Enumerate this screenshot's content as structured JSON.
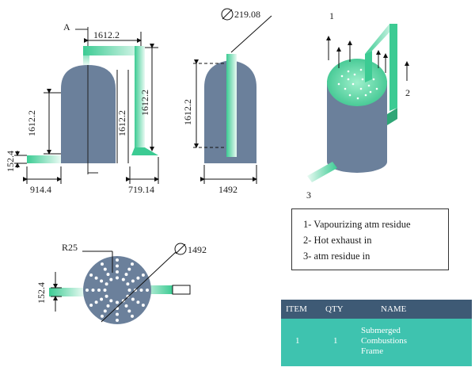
{
  "colors": {
    "vessel": "#6b809b",
    "pipe_green": "#3ccb93",
    "pipe_light": "#e9faf3",
    "table_header": "#3e5a75",
    "table_body": "#3ec3af"
  },
  "view_front": {
    "section_mark": "A",
    "dim_top": "1612.2",
    "dim_left": "1612.2",
    "dim_inner": "1612.2",
    "dim_right": "1612.2",
    "dim_pipe": "152.4",
    "dim_bottom_left": "914.4",
    "dim_bottom_right": "719.14"
  },
  "view_side": {
    "diameter_label": "219.08",
    "dim_height": "1612.2",
    "dim_width": "1492"
  },
  "view_iso": {
    "label_1": "1",
    "label_2": "2",
    "label_3": "3"
  },
  "view_top": {
    "radius_label": "R25",
    "diameter_label": "1492",
    "dim_pipe": "152.4"
  },
  "legend": {
    "items": [
      "1- Vapourizing atm residue",
      "2- Hot exhaust in",
      "3- atm residue in"
    ]
  },
  "bom": {
    "headers": {
      "item": "ITEM",
      "qty": "QTY",
      "name": "NAME"
    },
    "row": {
      "item": "1",
      "qty": "1",
      "name_lines": [
        "Submerged",
        "Combustions",
        "Frame"
      ]
    }
  }
}
